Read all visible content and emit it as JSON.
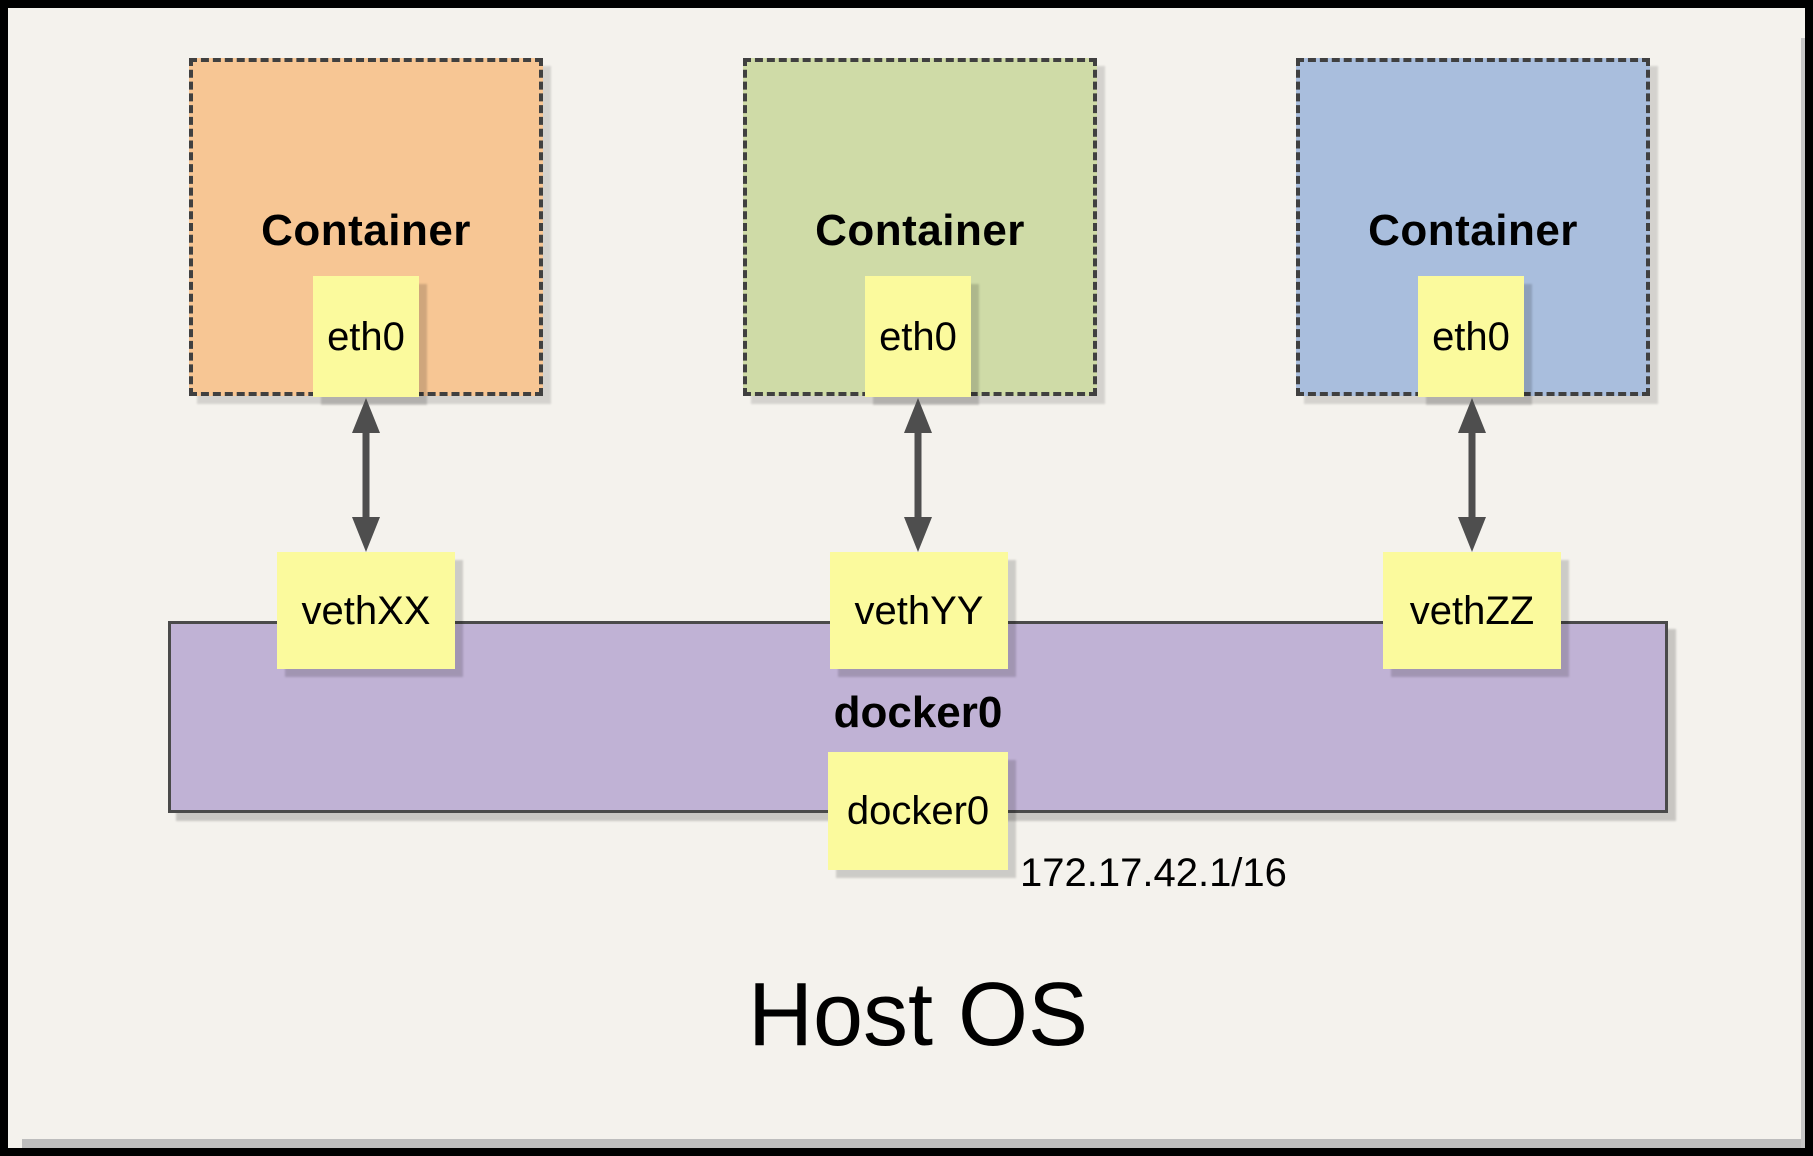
{
  "host": {
    "label": "Host OS"
  },
  "bridge": {
    "label": "docker0",
    "interface_box_label": "docker0",
    "ip": "172.17.42.1/16",
    "fill": "#C0B2D5",
    "border_color": "#4A4A4A"
  },
  "containers": [
    {
      "label": "Container",
      "eth_label": "eth0",
      "veth_label": "vethXX",
      "fill": "#F7C694"
    },
    {
      "label": "Container",
      "eth_label": "eth0",
      "veth_label": "vethYY",
      "fill": "#CFDBA7"
    },
    {
      "label": "Container",
      "eth_label": "eth0",
      "veth_label": "vethZZ",
      "fill": "#A9BEDD"
    }
  ],
  "colors": {
    "background": "#F4F2ED",
    "interface_box_fill": "#FBFA9D",
    "dashed_border": "#404040",
    "arrow": "#4E4E4E",
    "frame_border": "#000000",
    "text": "#000000"
  }
}
